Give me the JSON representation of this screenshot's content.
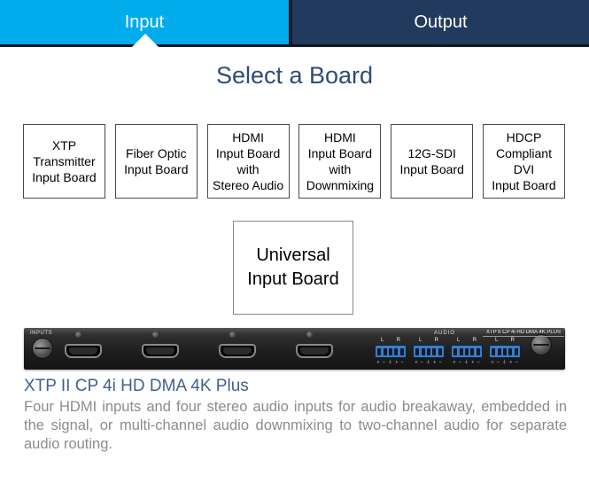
{
  "tabs": {
    "input": "Input",
    "output": "Output"
  },
  "heading": "Select a Board",
  "boards": [
    [
      "XTP",
      "Transmitter",
      "Input Board"
    ],
    [
      "Fiber Optic",
      "Input Board"
    ],
    [
      "HDMI",
      "Input Board",
      "with",
      "Stereo Audio"
    ],
    [
      "HDMI",
      "Input Board",
      "with",
      "Downmixing"
    ],
    [
      "12G-SDI",
      "Input Board"
    ],
    [
      "HDCP",
      "Compliant",
      "DVI",
      "Input Board"
    ]
  ],
  "universal_board": [
    "Universal",
    "Input Board"
  ],
  "device": {
    "inputs_label": "INPUTS",
    "audio_label": "AUDIO",
    "model_label": "XTP II CP 4i HD DMA 4K PLUS",
    "left_label": "L",
    "right_label": "R",
    "terminal_marks": "+ – ⏚ + –"
  },
  "product": {
    "title": "XTP II CP 4i HD DMA 4K Plus",
    "description": "Four HDMI inputs and four stereo audio inputs for audio breakaway, embedded in the signal, or multi-channel audio downmixing to two-channel audio for separate audio routing."
  },
  "colors": {
    "active_tab": "#00ACEC",
    "inactive_tab": "#223A5E",
    "tab_border": "#0F1626",
    "heading": "#2D4B76",
    "product_title": "#41618E",
    "terminal_block": "#3C7CC4"
  }
}
